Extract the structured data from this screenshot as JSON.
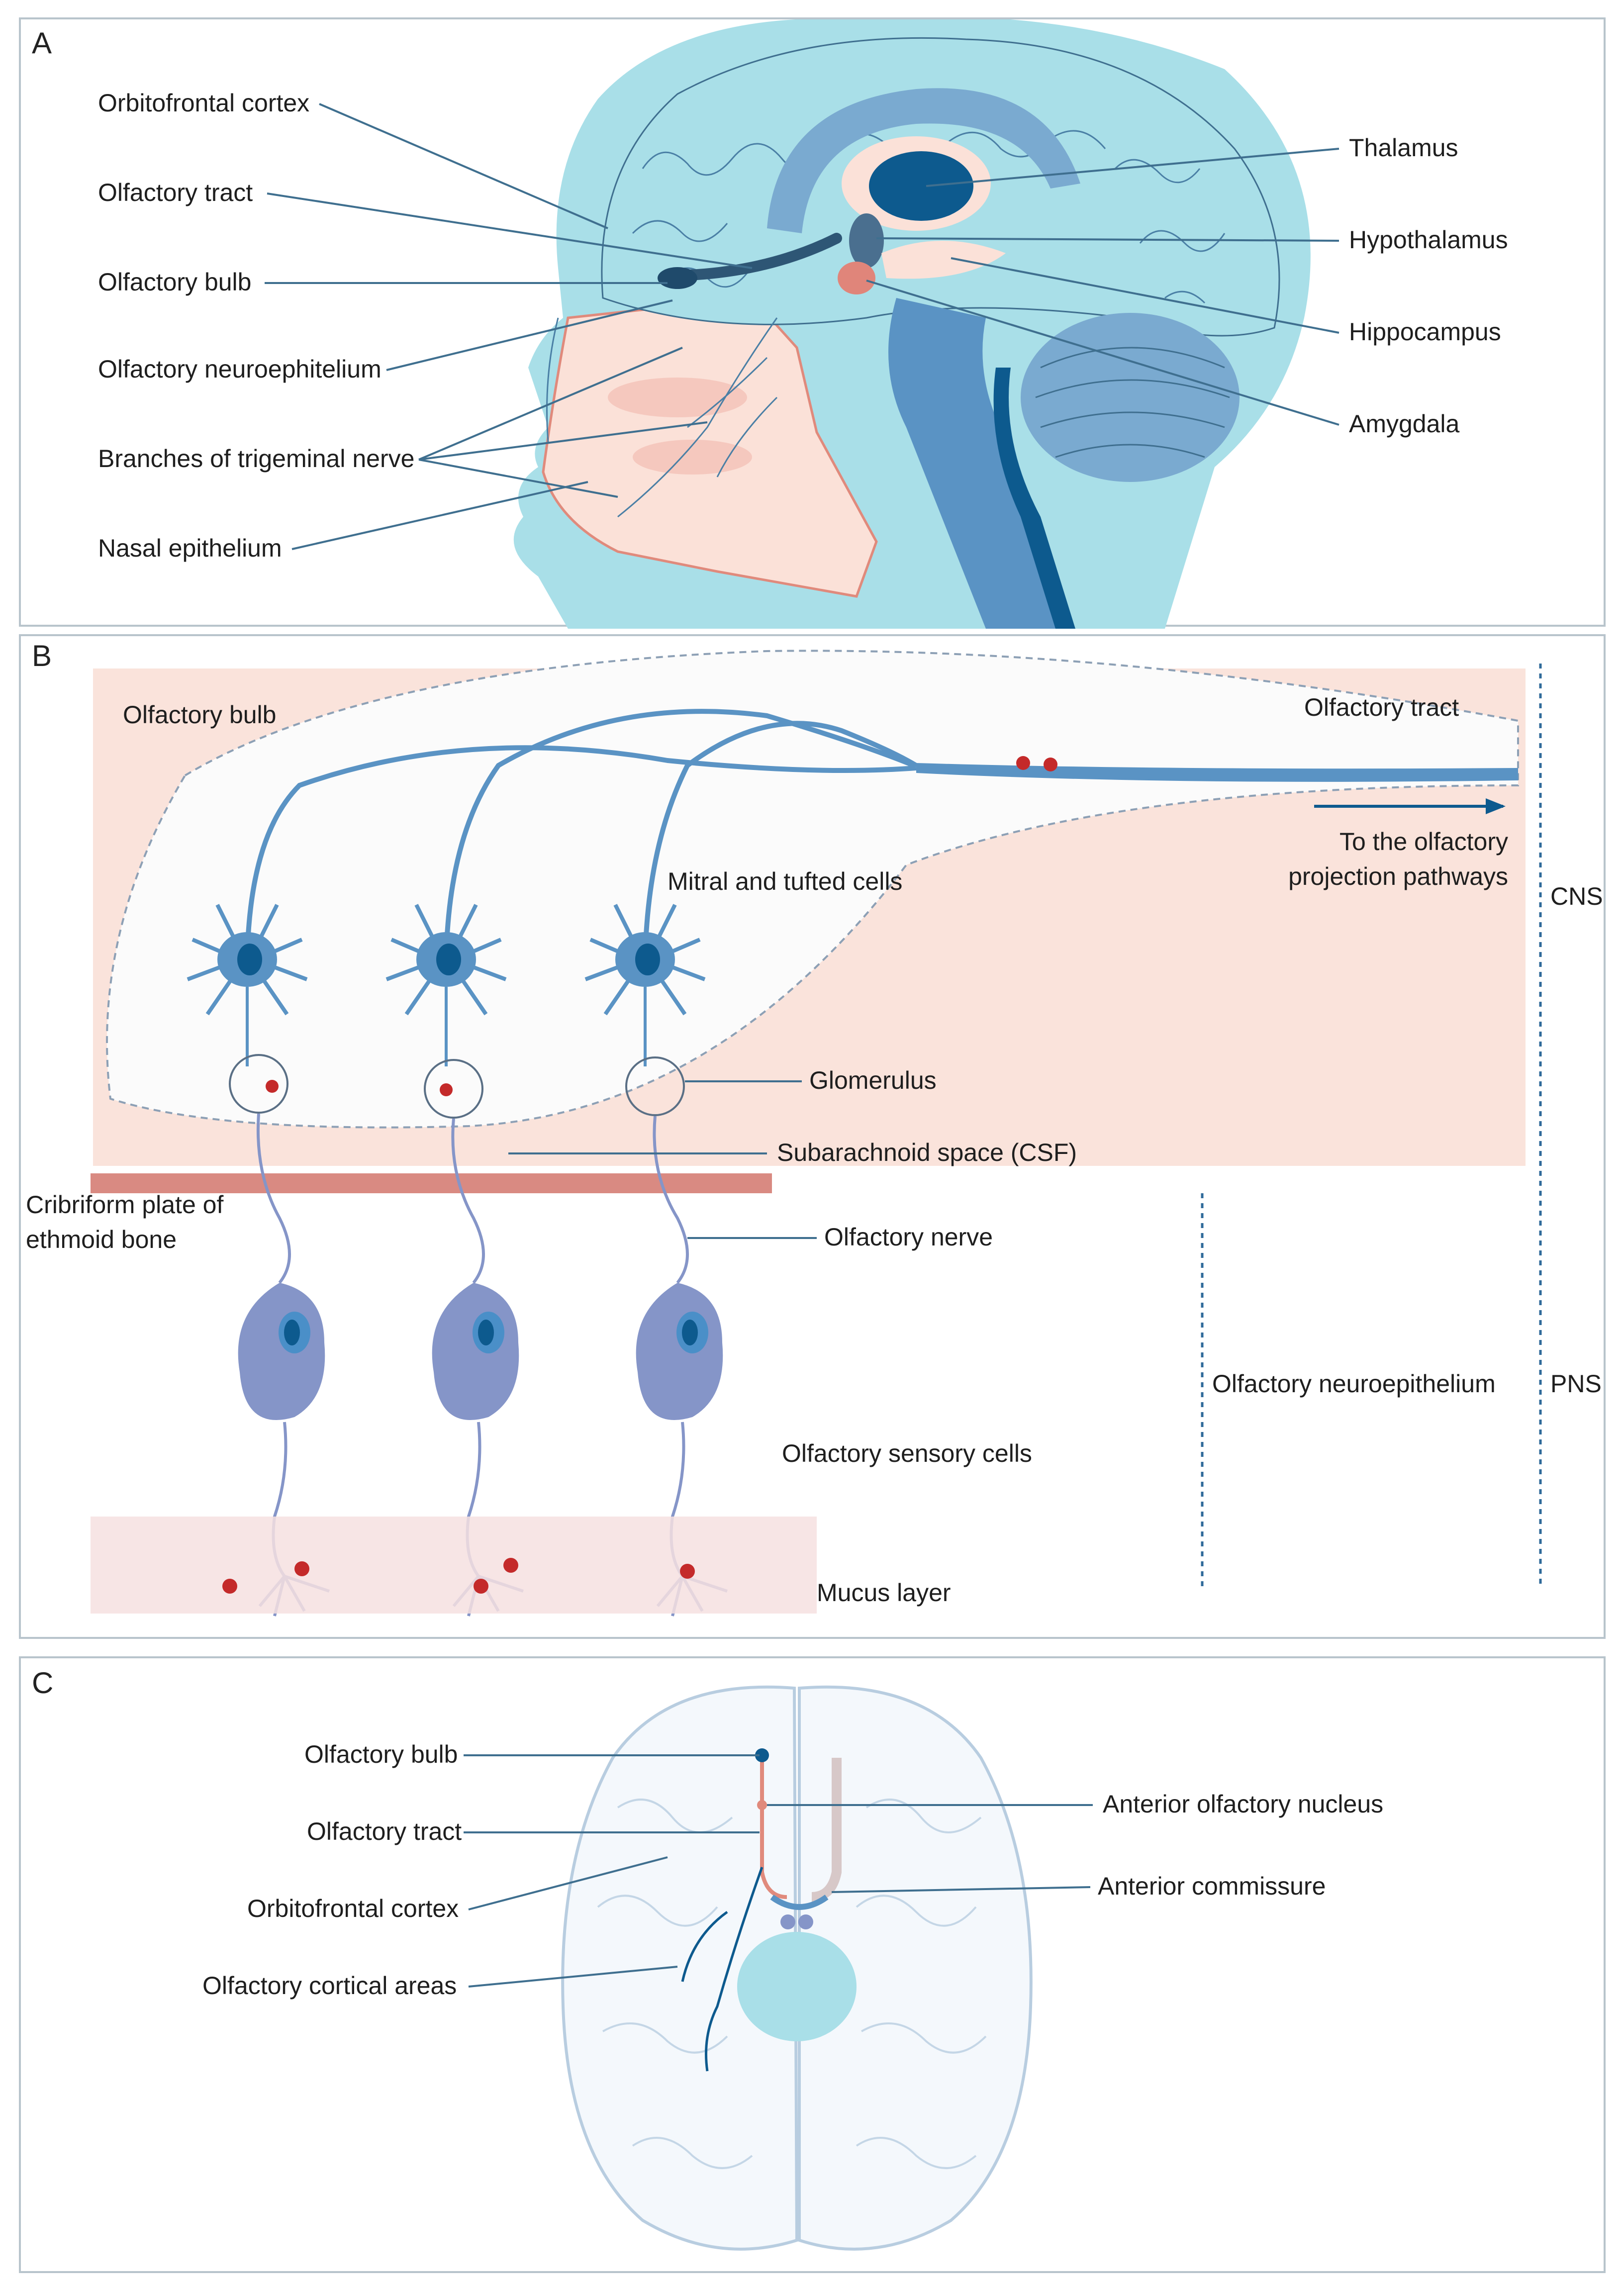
{
  "panel_a": {
    "letter": "A",
    "labels": {
      "orbitofrontal": "Orbitofrontal cortex",
      "tract": "Olfactory tract",
      "bulb": "Olfactory bulb",
      "neuroephitelium": "Olfactory neuroephitelium",
      "trigeminal": "Branches of trigeminal nerve",
      "nasal": "Nasal epithelium",
      "thalamus": "Thalamus",
      "hypothalamus": "Hypothalamus",
      "hippocampus": "Hippocampus",
      "amygdala": "Amygdala"
    }
  },
  "panel_b": {
    "letter": "B",
    "labels": {
      "bulb": "Olfactory bulb",
      "tract": "Olfactory tract",
      "projection_1": "To the olfactory",
      "projection_2": "projection pathways",
      "mitral": "Mitral and tufted cells",
      "cns": "CNS",
      "glomerulus": "Glomerulus",
      "subarachnoid": "Subarachnoid space (CSF)",
      "cribriform_1": "Cribriform plate of",
      "cribriform_2": "ethmoid bone",
      "nerve": "Olfactory nerve",
      "neuroepithelium": "Olfactory neuroepithelium",
      "pns": "PNS",
      "sensory": "Olfactory sensory cells",
      "mucus": "Mucus layer"
    }
  },
  "panel_c": {
    "letter": "C",
    "labels": {
      "bulb": "Olfactory bulb",
      "tract": "Olfactory tract",
      "orbitofrontal": "Orbitofrontal cortex",
      "cortical": "Olfactory cortical areas",
      "aon": "Anterior olfactory nucleus",
      "commissure": "Anterior commissure"
    }
  },
  "colors": {
    "brain_light": "#a9dfe8",
    "brain_mid": "#7aaad0",
    "brain_dark": "#0d5a8e",
    "skin": "#fbe1d8",
    "bulb_bg": "#fae3db",
    "neuron_blue": "#5a93c4",
    "sensory_cell": "#8595c8",
    "cribriform": "#d98a82",
    "mucus": "#f6e0e0",
    "red_particle": "#c42a2a"
  }
}
